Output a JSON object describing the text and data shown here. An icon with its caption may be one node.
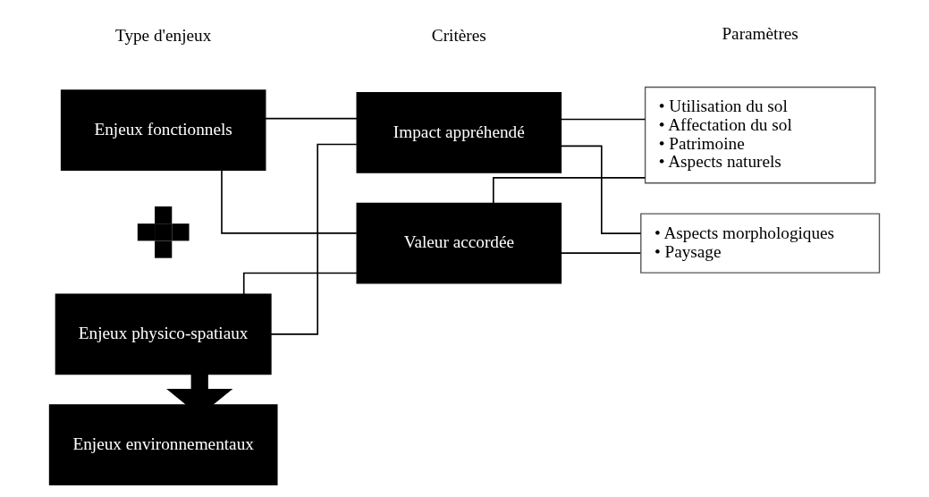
{
  "diagram": {
    "nodes": [
      {
        "text": [
          "Enjeux fonctionnels"
        ]
      },
      {
        "text": [],
        "shape": "cross"
      },
      {
        "text": [
          "Enjeux physico-spatiaux"
        ]
      },
      {
        "text": [
          "Enjeux environnementaux"
        ]
      },
      {
        "text": [
          "Impact appréhendé"
        ]
      },
      {
        "text": [
          "Valeur accordée"
        ]
      },
      {
        "text": [
          "• Utilisation du sol",
          "• Affectation du sol",
          "• Patrimoine",
          "• Aspects naturels"
        ]
      },
      {
        "text": [
          "• Aspects morphologiques",
          "• Paysage"
        ]
      }
    ],
    "edges": [
      {
        "from": 2,
        "to": 3,
        "arrow": "to",
        "style": "thick"
      },
      {
        "from": 0,
        "to": 4,
        "arrow": "none"
      },
      {
        "from": 0,
        "to": 5,
        "arrow": "none"
      },
      {
        "from": 2,
        "to": 4,
        "arrow": "none"
      },
      {
        "from": 2,
        "to": 5,
        "arrow": "none"
      },
      {
        "from": 4,
        "to": 6,
        "arrow": "none"
      },
      {
        "from": 4,
        "to": 7,
        "arrow": "none"
      },
      {
        "from": 5,
        "to": 6,
        "arrow": "none"
      },
      {
        "from": 5,
        "to": 7,
        "arrow": "none"
      }
    ],
    "labels": [
      "Type d'enjeux",
      "Critères",
      "Paramètres"
    ]
  }
}
